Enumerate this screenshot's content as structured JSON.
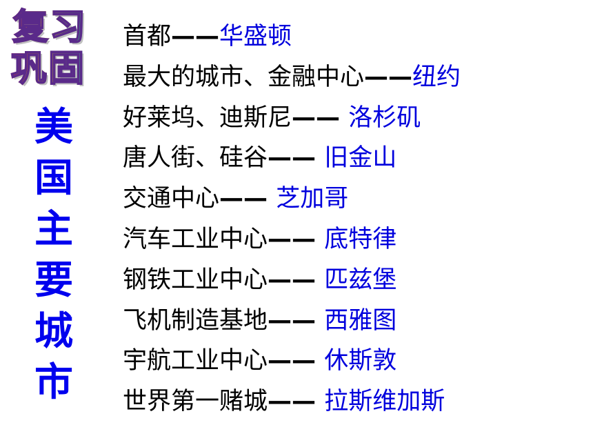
{
  "logo": {
    "line1": "复习",
    "line2": "巩固"
  },
  "title_chars": [
    "美",
    "国",
    "主",
    "要",
    "城",
    "市"
  ],
  "items": [
    {
      "desc": "首都",
      "sep": "——",
      "city": "华盛顿"
    },
    {
      "desc": "最大的城市、金融中心",
      "sep": "——",
      "city": "纽约"
    },
    {
      "desc": "好莱坞、迪斯尼",
      "sep": "—— ",
      "city": "洛杉矶"
    },
    {
      "desc": "唐人街、硅谷",
      "sep": "—— ",
      "city": "旧金山"
    },
    {
      "desc": "交通中心",
      "sep": "—— ",
      "city": "芝加哥"
    },
    {
      "desc": "汽车工业中心",
      "sep": "—— ",
      "city": "底特律"
    },
    {
      "desc": "钢铁工业中心",
      "sep": "—— ",
      "city": "匹兹堡"
    },
    {
      "desc": "飞机制造基地",
      "sep": "—— ",
      "city": "西雅图"
    },
    {
      "desc": "宇航工业中心",
      "sep": "—— ",
      "city": "休斯敦"
    },
    {
      "desc": "世界第一赌城",
      "sep": "—— ",
      "city": "拉斯维加斯"
    }
  ],
  "colors": {
    "title": "#0000ee",
    "city": "#0000dd",
    "desc": "#000000"
  }
}
